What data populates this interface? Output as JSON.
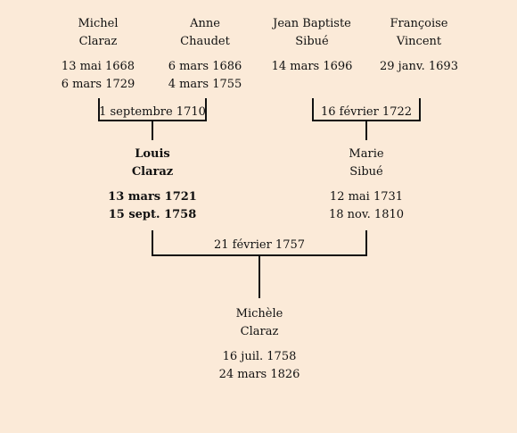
{
  "generation1": [
    {
      "first": "Michel",
      "last": "Claraz",
      "birth": "13 mai 1668",
      "death": "6 mars 1729"
    },
    {
      "first": "Anne",
      "last": "Chaudet",
      "birth": "6 mars 1686",
      "death": "4 mars 1755"
    },
    {
      "first": "Jean Baptiste",
      "last": "Sibué",
      "birth": "14 mars 1696",
      "death": ""
    },
    {
      "first": "Françoise",
      "last": "Vincent",
      "birth": "29 janv. 1693",
      "death": ""
    }
  ],
  "marriages1": [
    {
      "date": "1 septembre 1710"
    },
    {
      "date": "16 février 1722"
    }
  ],
  "generation2": [
    {
      "first": "Louis",
      "last": "Claraz",
      "birth": "13 mars 1721",
      "death": "15 sept. 1758"
    },
    {
      "first": "Marie",
      "last": "Sibué",
      "birth": "12 mai 1731",
      "death": "18 nov. 1810"
    }
  ],
  "marriage2": {
    "date": "21 février 1757"
  },
  "generation3": {
    "first": "Michèle",
    "last": "Claraz",
    "birth": "16 juil. 1758",
    "death": "24 mars 1826"
  }
}
